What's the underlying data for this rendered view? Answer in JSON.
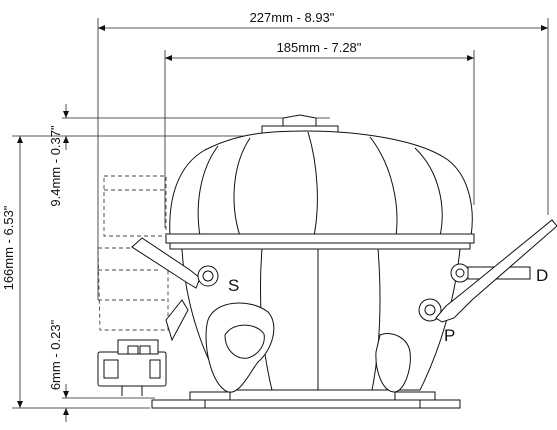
{
  "dimensions": {
    "overall_width": "227mm - 8.93\"",
    "body_width": "185mm - 7.28\"",
    "overall_height": "166mm - 6.53\"",
    "top_cap_offset": "9.4mm - 0.37\"",
    "base_offset": "6mm - 0.23\""
  },
  "ports": {
    "suction": "S",
    "discharge": "D",
    "process": "P"
  }
}
